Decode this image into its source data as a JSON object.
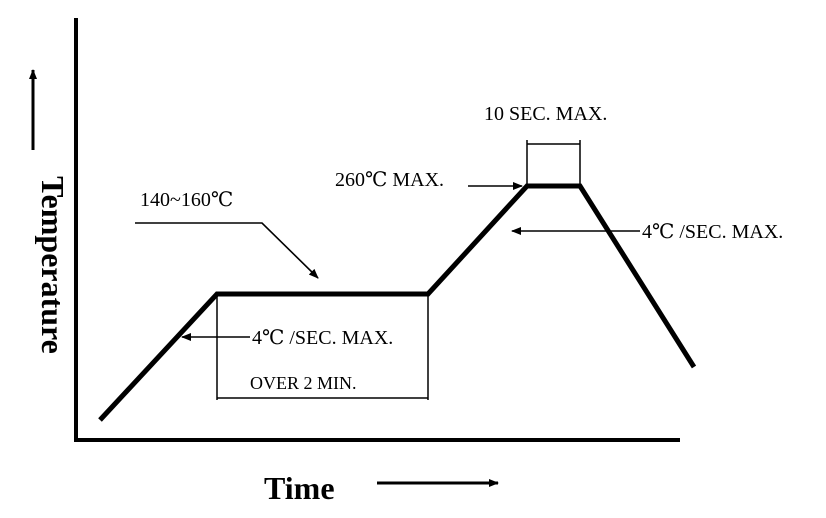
{
  "axes": {
    "y_title": "Temperature",
    "x_title": "Time"
  },
  "annotations": {
    "preheat_temp": "140~160℃",
    "preheat_duration": "OVER 2 MIN.",
    "ramp_up_rate": "4℃ /SEC. MAX.",
    "peak_temp": "260℃ MAX.",
    "peak_duration": "10 SEC. MAX.",
    "cool_down_rate": "4℃ /SEC. MAX."
  }
}
